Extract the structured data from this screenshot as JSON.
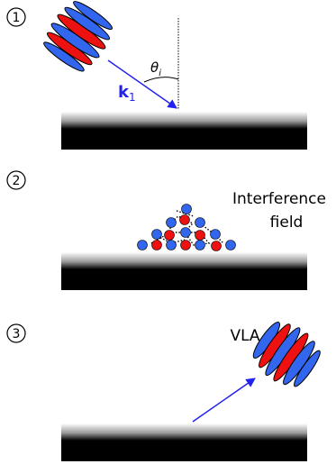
{
  "panels": [
    {
      "step_label": "①",
      "angle_label": "θ",
      "angle_sub": "i",
      "vector_label": "k",
      "vector_sub": "1"
    },
    {
      "step_label": "②",
      "field_label_line1": "Interference",
      "field_label_line2": "field"
    },
    {
      "step_label": "③",
      "emitted_label": "VLA"
    }
  ],
  "colors": {
    "blue": "#3366ee",
    "red": "#ee1111",
    "arrow": "#2222ee",
    "surface": "#000000"
  }
}
